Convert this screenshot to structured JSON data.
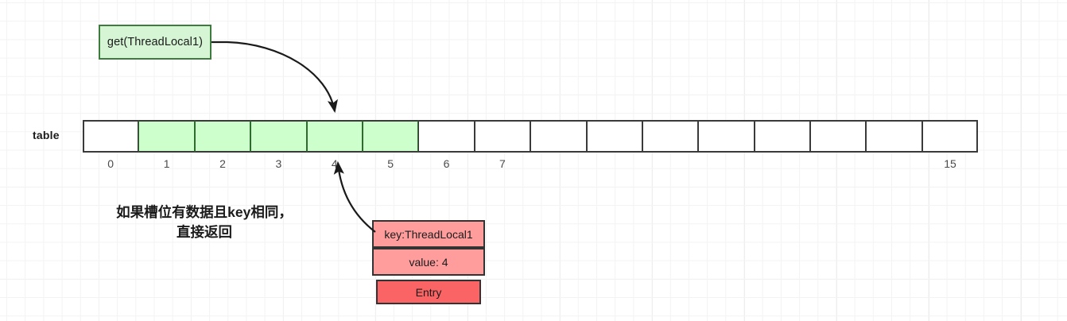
{
  "diagram": {
    "title_label": "table",
    "call_box": {
      "label": "get(ThreadLocal1)"
    },
    "note": {
      "line1": "如果槽位有数据且key相同，",
      "line2": "直接返回"
    },
    "table": {
      "slot_count": 16,
      "filled_indices": [
        1,
        2,
        3,
        4,
        5
      ],
      "index_labels": [
        "0",
        "1",
        "2",
        "3",
        "4",
        "5",
        "6",
        "7",
        "",
        "",
        "",
        "",
        "",
        "",
        "",
        "15"
      ]
    },
    "entry": {
      "key_label": "key:ThreadLocal1",
      "value_label": "value: 4",
      "type_label": "Entry"
    },
    "colors": {
      "slot_filled": "#ccffcc",
      "slot_empty": "#ffffff",
      "slot_border": "#3a3a3a",
      "call_box_fill": "#d5f5d5",
      "call_box_border": "#3f7a3f",
      "entry_field_fill": "#ff9d9d",
      "entry_title_fill": "#fa6464",
      "entry_border": "#333333",
      "arrow": "#1a1a1a",
      "text": "#1b1b1b",
      "background": "#ffffff"
    }
  }
}
